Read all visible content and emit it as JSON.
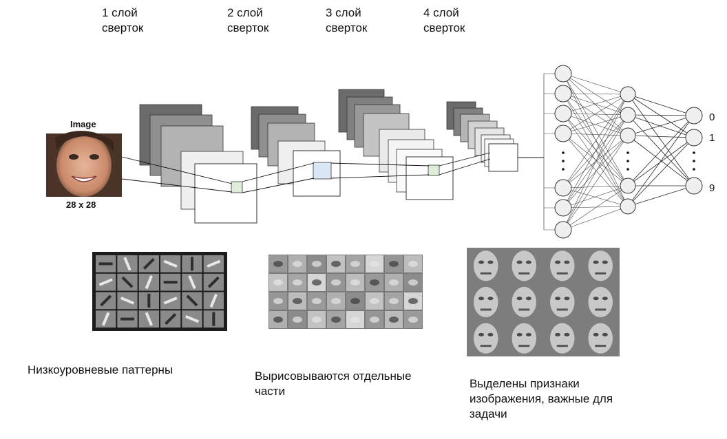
{
  "layers": [
    {
      "label": "1 слой\nсверток"
    },
    {
      "label": "2 слой\nсверток"
    },
    {
      "label": "3 слой\nсверток"
    },
    {
      "label": "4 слой\nсверток"
    }
  ],
  "input": {
    "title": "Image",
    "size": "28 x 28"
  },
  "outputs": [
    "0",
    "1",
    "9"
  ],
  "captions": {
    "low": "Низкоуровневые паттерны",
    "parts": "Вырисовываются отдельные\nчасти",
    "features": "Выделены признаки\nизображения, важные для\nзадачи"
  }
}
